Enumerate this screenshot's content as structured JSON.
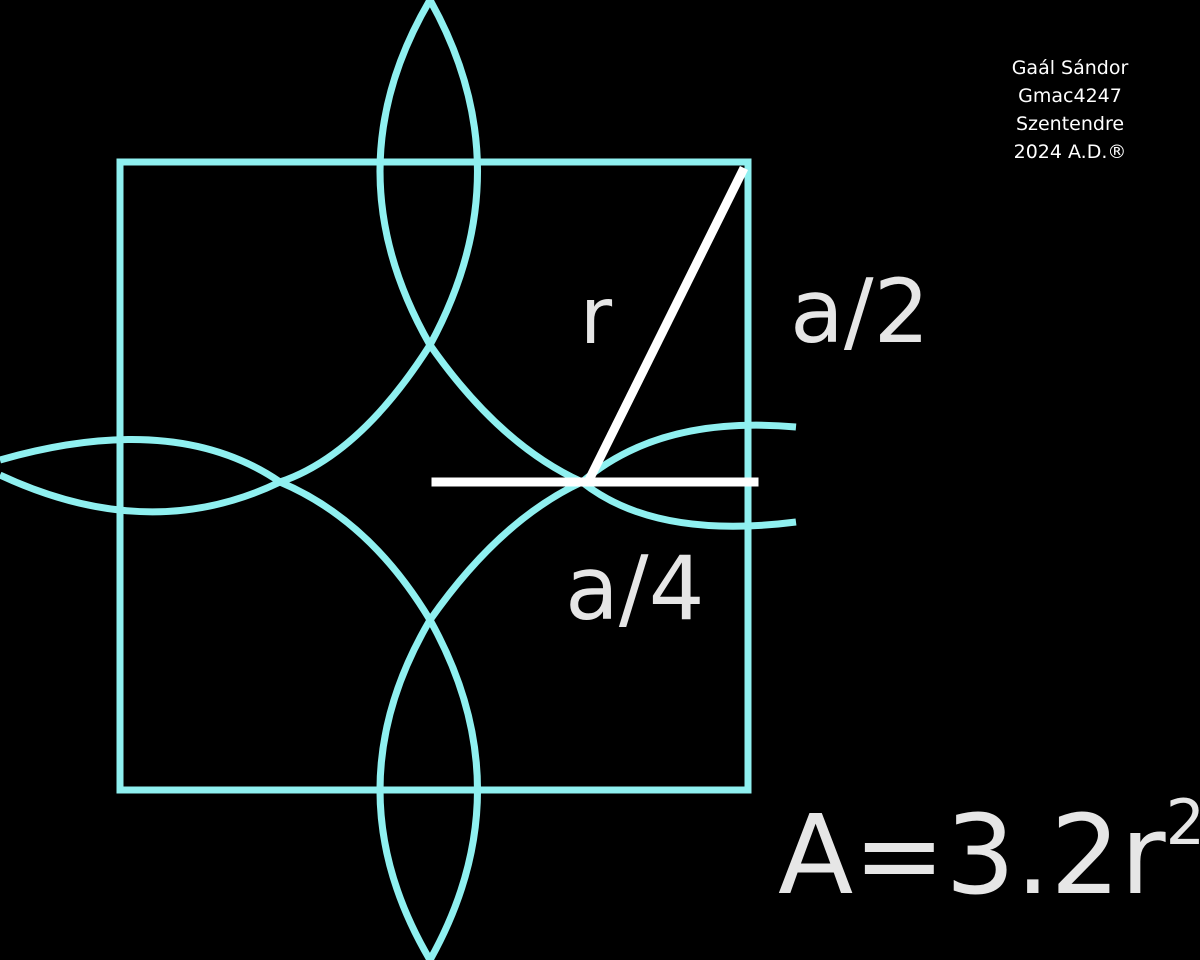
{
  "colors": {
    "background": "#000000",
    "figure": "#8ff0f0",
    "annotation": "#ffffff"
  },
  "labels": {
    "radius": "r",
    "half_side": "a/2",
    "quarter_side": "a/4"
  },
  "formula": {
    "base": "A=3.2r",
    "exponent": "2"
  },
  "credits": {
    "name": "Gaál Sándor",
    "id": "Gmac4247",
    "city": "Szentendre",
    "year": "2024 A.D.®"
  }
}
